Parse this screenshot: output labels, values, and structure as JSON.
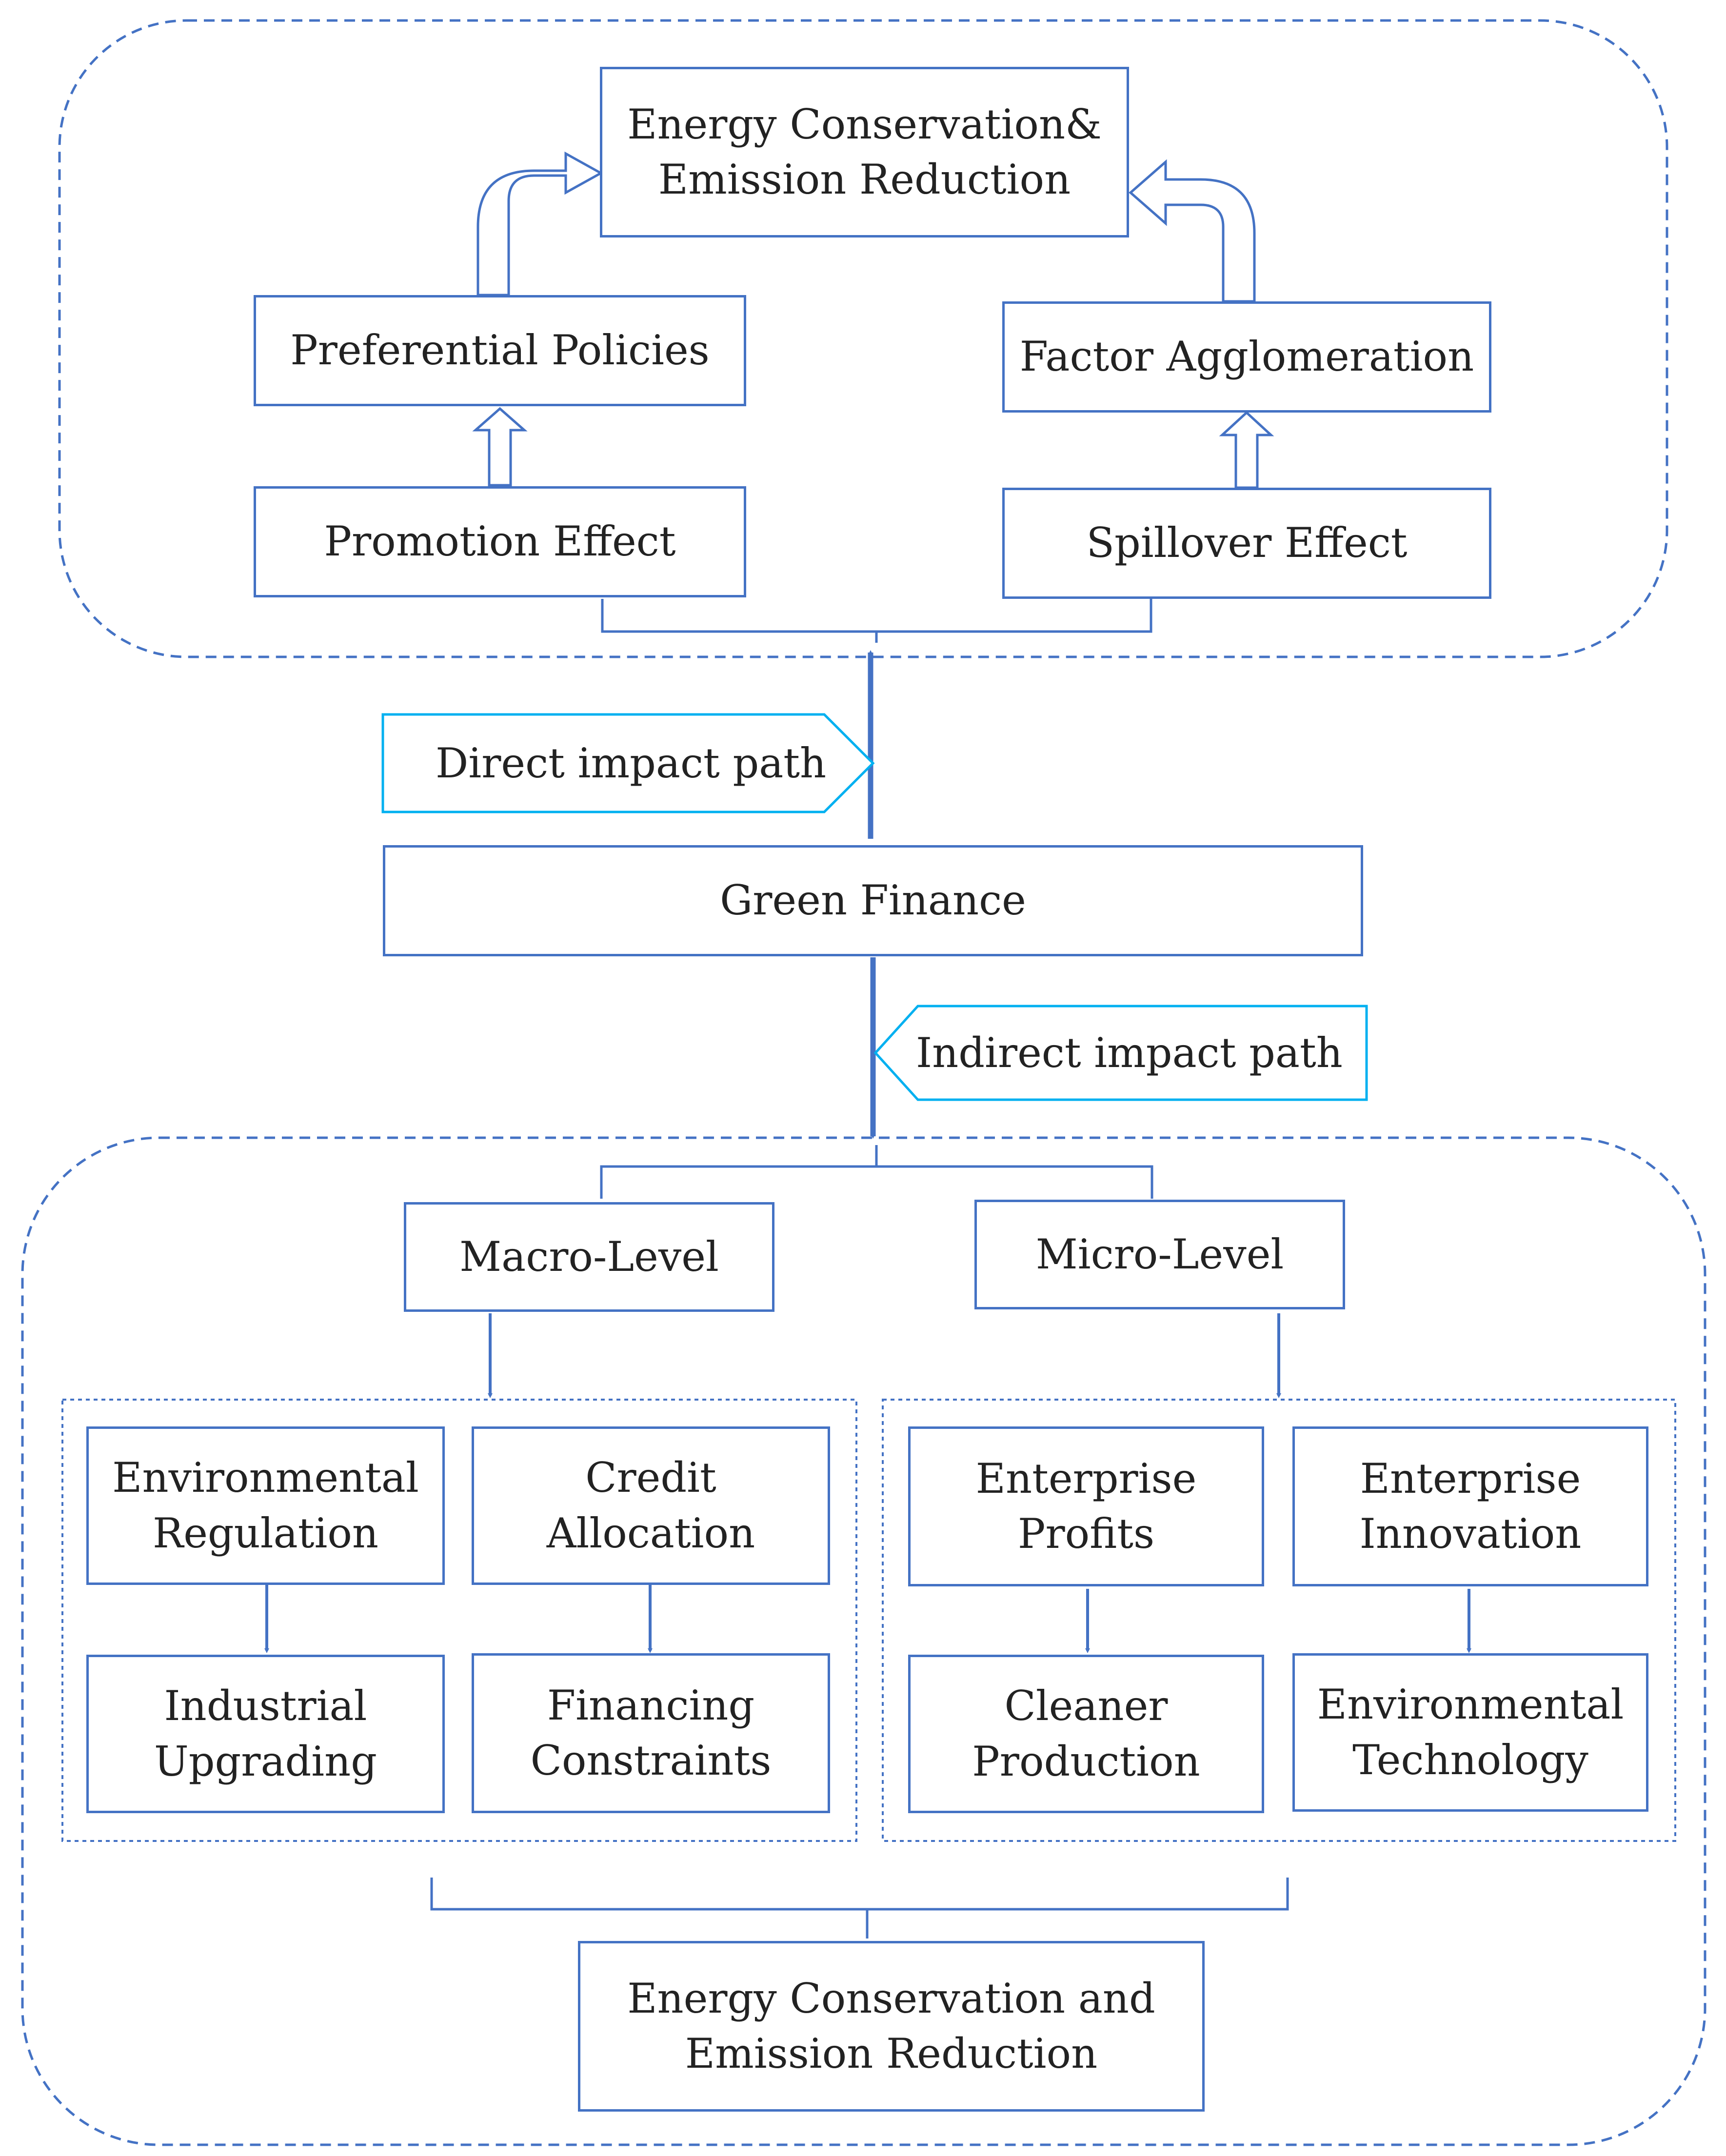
{
  "top_goal": "Energy Conservation&\nEmission Reduction",
  "preferential_policies": "Preferential Policies",
  "factor_agglomeration": "Factor Agglomeration",
  "promotion_effect": "Promotion Effect",
  "spillover_effect": "Spillover Effect",
  "direct_path": "Direct impact path",
  "green_finance": "Green Finance",
  "indirect_path": "Indirect impact path",
  "macro_level": "Macro-Level",
  "micro_level": "Micro-Level",
  "environmental_regulation": "Environmental\nRegulation",
  "credit_allocation": "Credit\nAllocation",
  "enterprise_profits": "Enterprise\nProfits",
  "enterprise_innovation": "Enterprise\nInnovation",
  "industrial_upgrading": "Industrial\nUpgrading",
  "financing_constraints": "Financing\nConstraints",
  "cleaner_production": "Cleaner\nProduction",
  "environmental_technology": "Environmental\nTechnology",
  "bottom_goal": "Energy Conservation and\nEmission Reduction",
  "colors": {
    "box_border": "#4472c4",
    "arrow": "#4472c4",
    "path_label_border": "#00b0f0",
    "dashed": "#4472c4"
  }
}
